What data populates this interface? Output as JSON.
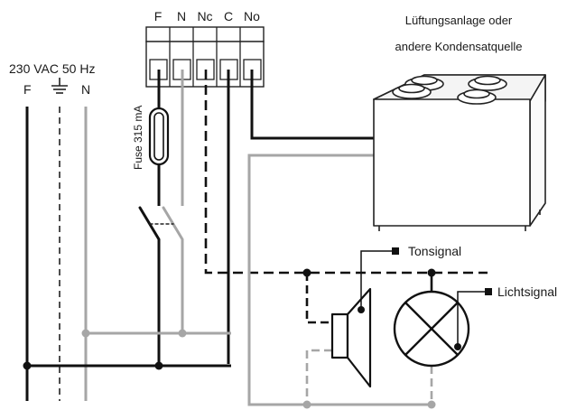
{
  "supply": {
    "label": "230 VAC 50 Hz",
    "phase": "F",
    "neutral": "N"
  },
  "terminals": [
    "F",
    "N",
    "Nc",
    "C",
    "No"
  ],
  "fuse_label": "Fuse 315 mA",
  "device_label": {
    "line1": "Lüftungsanlage oder",
    "line2": "andere Kondensatquelle"
  },
  "signals": {
    "tone": "Tonsignal",
    "light": "Lichtsignal"
  },
  "colors": {
    "wire_black": "#111111",
    "wire_gray": "#a6a6a6",
    "stroke": "#222222",
    "device_fill": "#ffffff"
  }
}
